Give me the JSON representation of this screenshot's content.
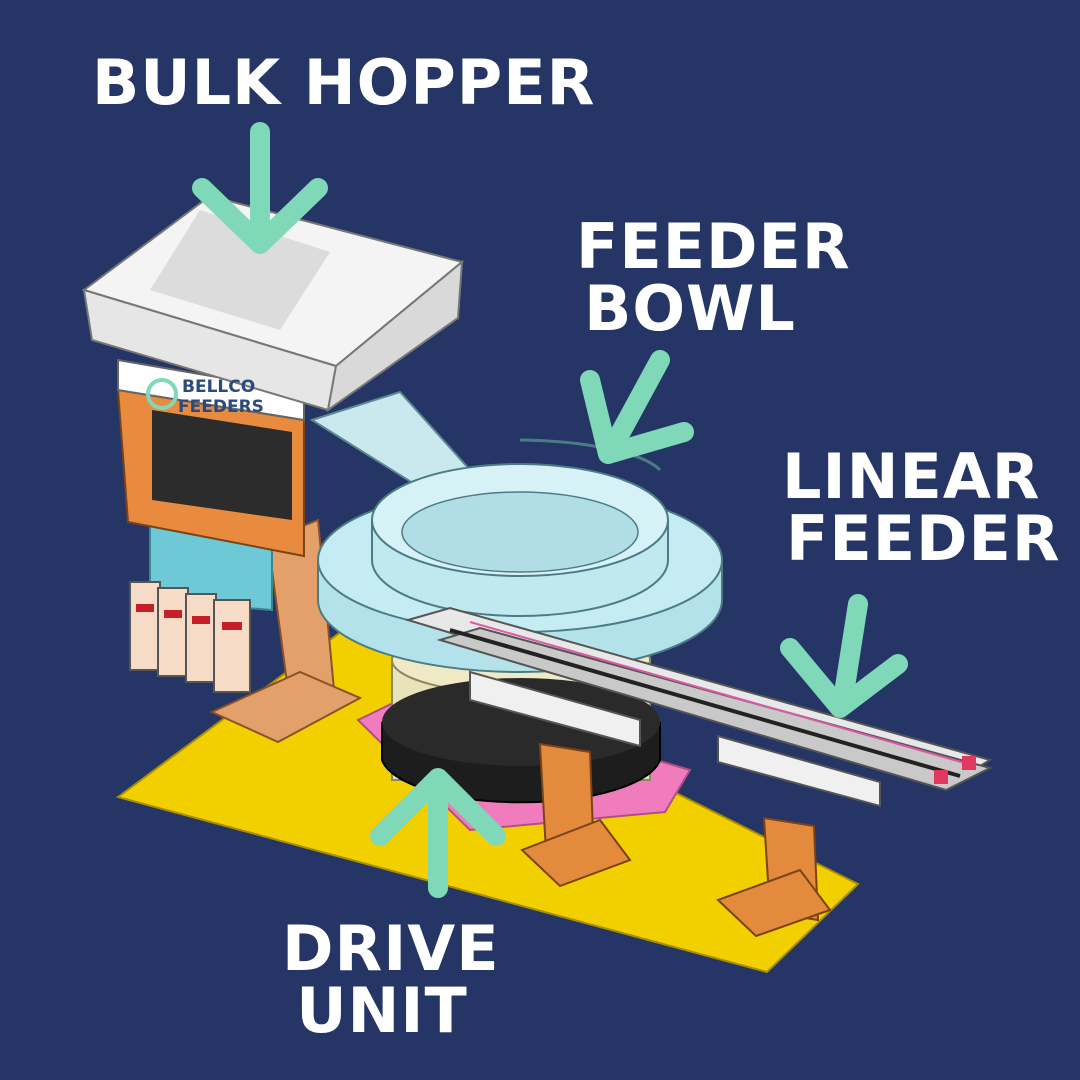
{
  "labels": {
    "bulk_hopper": [
      "BULK HOPPER"
    ],
    "feeder_bowl": [
      "FEEDER",
      "BOWL"
    ],
    "linear_feeder": [
      "LINEAR",
      "FEEDER"
    ],
    "drive_unit": [
      "DRIVE",
      "UNIT"
    ]
  },
  "logo": {
    "line1": "BELLCO",
    "line2": "FEEDERS"
  },
  "colors": {
    "background": "#243566",
    "arrow": "#7fd8b7",
    "label": "#ffffff",
    "base_plate": "#f2d000",
    "bowl": "#b9e6ee",
    "stand": "#e48a3c",
    "drive_pad": "#f07bbd"
  }
}
